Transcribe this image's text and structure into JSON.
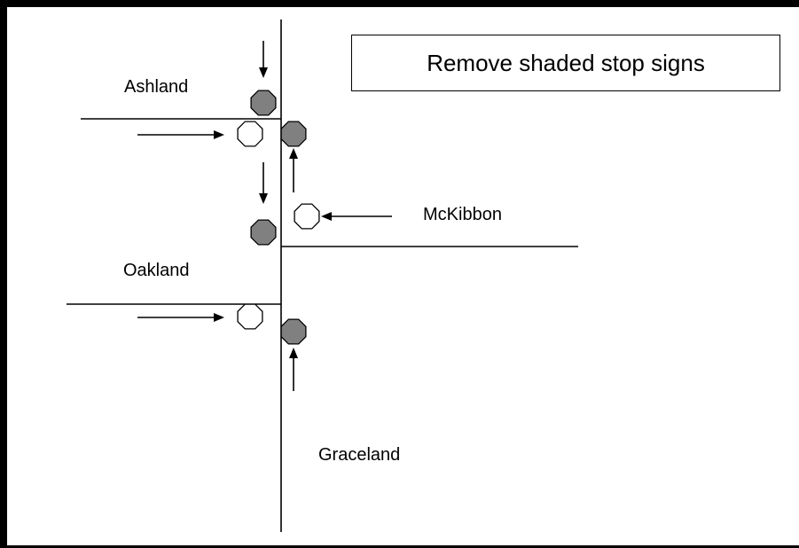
{
  "title": "Remove shaded stop signs",
  "streets": {
    "ashland": "Ashland",
    "mckibbon": "McKibbon",
    "oakland": "Oakland",
    "graceland": "Graceland"
  },
  "colors": {
    "line": "#000000",
    "shaded_sign": "#808080",
    "plain_sign": "#ffffff"
  },
  "signs": [
    {
      "id": "ashland-southbound",
      "shaded": true
    },
    {
      "id": "ashland-eastbound",
      "shaded": false
    },
    {
      "id": "ashland-northbound",
      "shaded": true
    },
    {
      "id": "mckibbon-southbound",
      "shaded": true
    },
    {
      "id": "mckibbon-westbound",
      "shaded": false
    },
    {
      "id": "oakland-eastbound",
      "shaded": false
    },
    {
      "id": "oakland-northbound",
      "shaded": true
    }
  ]
}
